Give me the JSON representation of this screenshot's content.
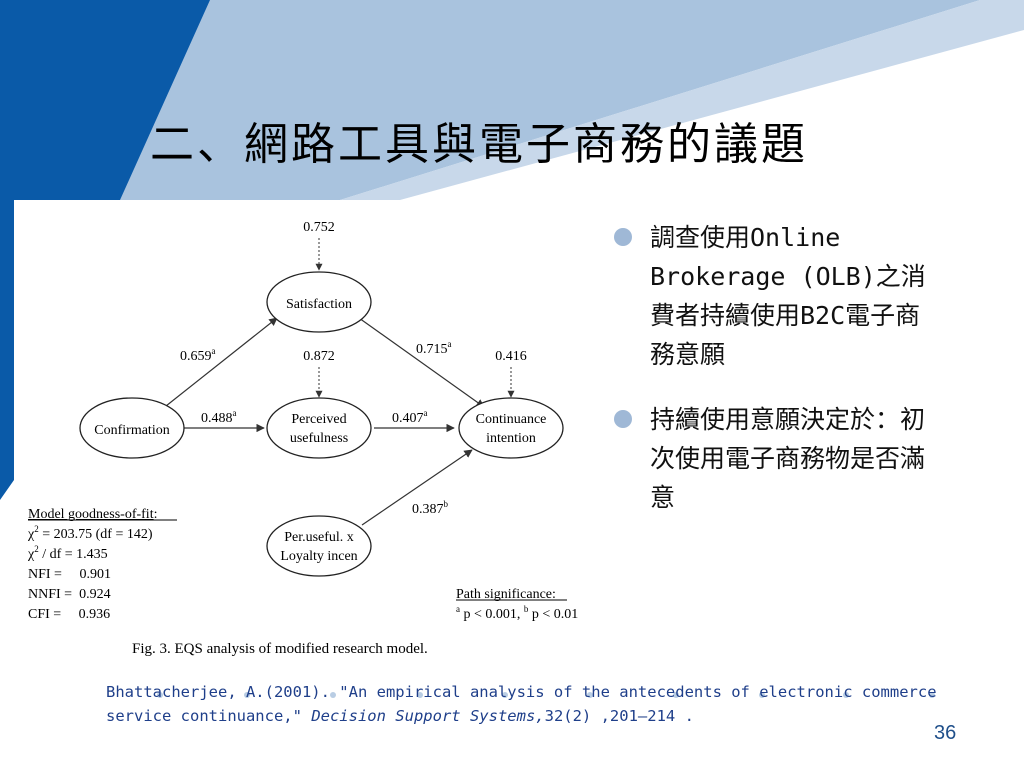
{
  "slide": {
    "title": "二、網路工具與電子商務的議題",
    "page_number": "36"
  },
  "figure": {
    "nodes": {
      "confirmation": "Confirmation",
      "satisfaction": "Satisfaction",
      "perceived_1": "Perceived",
      "perceived_2": "usefulness",
      "continuance_1": "Continuance",
      "continuance_2": "intention",
      "peruseful_1": "Per.useful. x",
      "peruseful_2": "Loyalty incen"
    },
    "error_labels": {
      "satisfaction": "0.752",
      "perceived": "0.872",
      "continuance": "0.416"
    },
    "paths": {
      "conf_sat": "0.659",
      "conf_sat_sup": "a",
      "conf_pu": "0.488",
      "conf_pu_sup": "a",
      "sat_ci": "0.715",
      "sat_ci_sup": "a",
      "pu_ci": "0.407",
      "pu_ci_sup": "a",
      "pl_ci": "0.387",
      "pl_ci_sup": "b"
    },
    "fit": {
      "heading": "Model goodness-of-fit",
      "heading_colon": ":",
      "chi2_sym": "χ",
      "chi2_sup": "2",
      "chi2_val": " = 203.75 (df = 142)",
      "chi2df_sym": "χ",
      "chi2df_sup": "2",
      "chi2df_val": " / df = 1.435",
      "nfi": "NFI =     0.901",
      "nnfi": "NNFI =  0.924",
      "cfi": "CFI =     0.936"
    },
    "significance": {
      "heading": "Path significance",
      "heading_colon": ":",
      "a_sup": "a",
      "a_text": " p < 0.001, ",
      "b_sup": "b",
      "b_text": " p < 0.01"
    },
    "caption": "Fig. 3. EQS analysis of modified research model."
  },
  "bullets": [
    "調查使用Online Brokerage (OLB)之消費者持續使用B2C電子商務意願",
    "持續使用意願決定於：初次使用電子商務物是否滿意"
  ],
  "citation": {
    "main": "Bhattacherjee, A.(2001). \"An empirical analysis of the antecedents of electronic commerce service continuance,\" ",
    "journal": "Decision Support Systems,",
    "tail": "32(2) ,201–214 ."
  },
  "colors": {
    "dark_blue": "#0a5aa8",
    "light_blue": "#a9c3de",
    "pale_blue": "#c8d8ea",
    "citation": "#1f3f8a"
  }
}
